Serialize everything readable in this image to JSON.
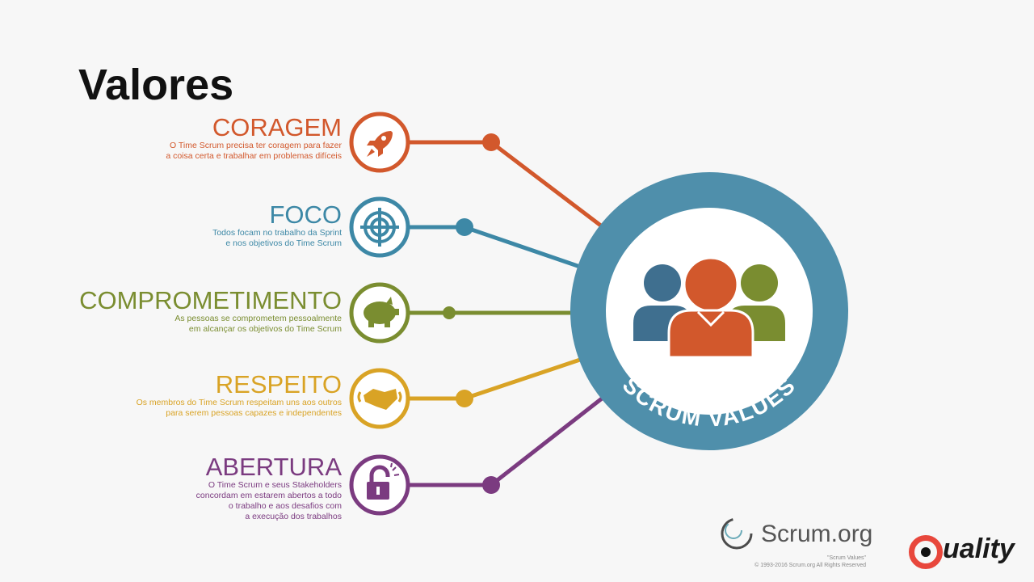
{
  "title": "Valores",
  "center": {
    "label": "SCRUM VALUES",
    "ring_color": "#4f8fab"
  },
  "values": [
    {
      "name": "CORAGEM",
      "icon": "rocket-icon",
      "color": "#d2582c",
      "desc": [
        "O Time Scrum precisa ter coragem para fazer",
        "a coisa certa e trabalhar em problemas difíceis"
      ]
    },
    {
      "name": "FOCO",
      "icon": "target-icon",
      "color": "#3d88a6",
      "desc": [
        "Todos focam no trabalho da Sprint",
        "e nos objetivos do Time Scrum"
      ]
    },
    {
      "name": "COMPROMETIMENTO",
      "icon": "piggy-bank-icon",
      "color": "#7a8d30",
      "desc": [
        "As pessoas se comprometem pessoalmente",
        "em alcançar os objetivos do Time Scrum"
      ]
    },
    {
      "name": "RESPEITO",
      "icon": "handshake-icon",
      "color": "#d9a325",
      "desc": [
        "Os membros do Time Scrum respeitam uns aos outros",
        "para serem pessoas capazes e independentes"
      ]
    },
    {
      "name": "ABERTURA",
      "icon": "open-lock-icon",
      "color": "#7b3b80",
      "desc": [
        "O Time Scrum e seus Stakeholders",
        "concordam em estarem abertos a todo",
        "o trabalho e aos desafios com",
        "a execução dos trabalhos"
      ]
    }
  ],
  "footer": {
    "scrumorg": "Scrum.org",
    "caption": "\"Scrum Values\"",
    "copyright": "© 1993-2016 Scrum.org All Rights Reserved",
    "brand": "uality"
  }
}
